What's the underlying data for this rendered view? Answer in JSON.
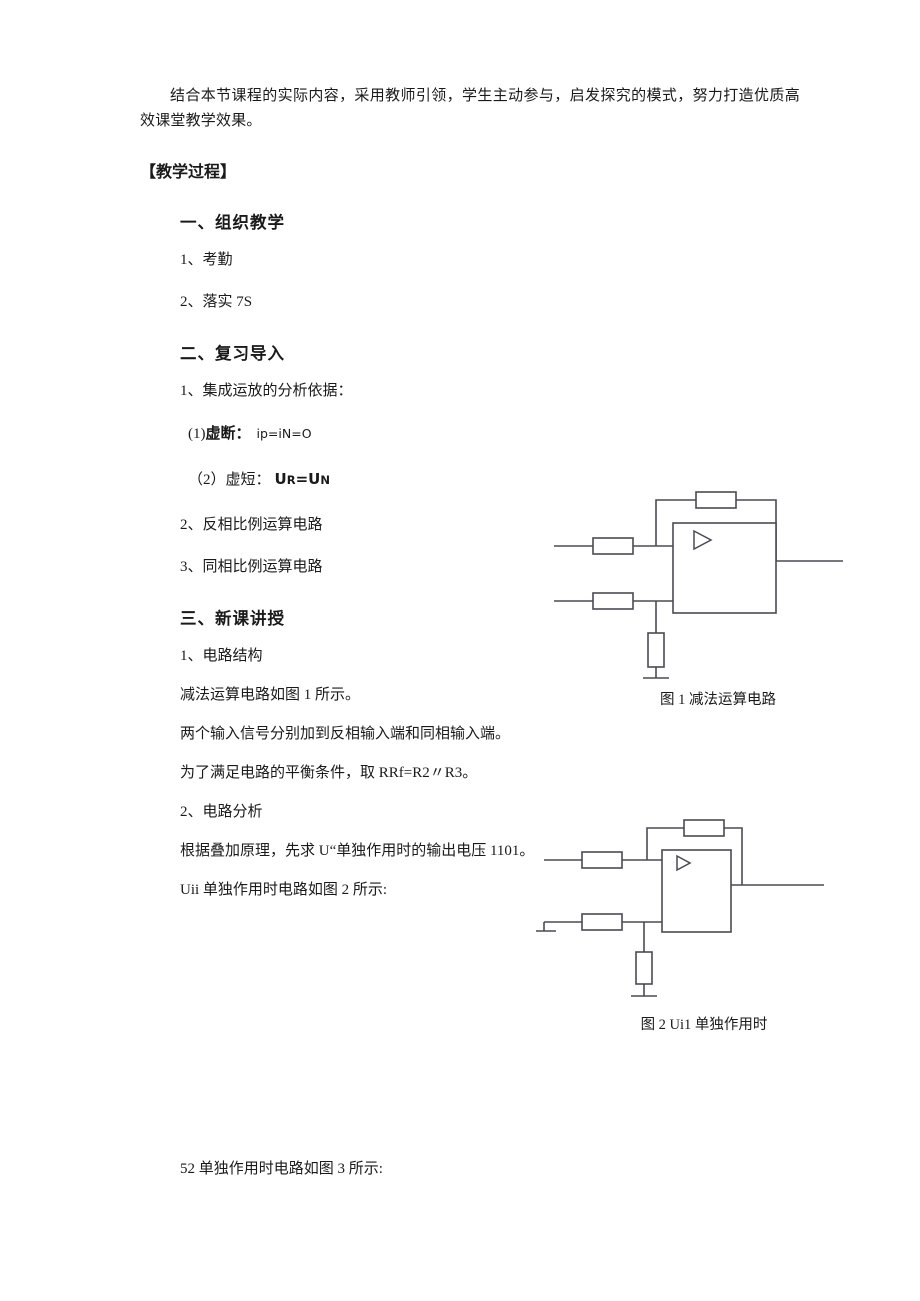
{
  "document": {
    "intro": "结合本节课程的实际内容，采用教师引领，学生主动参与，启发探究的模式，努力打造优质高效课堂教学效果。",
    "process_heading": "【教学过程】"
  },
  "sections": [
    {
      "heading": "一、组织教学",
      "items": [
        "1、考勤",
        "2、落实 7S"
      ]
    },
    {
      "heading": "二、复习导入",
      "items": [
        "1、集成运放的分析依据：",
        "2、反相比例运算电路",
        "3、同相比例运算电路"
      ],
      "formulas": [
        {
          "index": "(1)",
          "label": "虚断：",
          "expr": "ip=iN=O"
        },
        {
          "index": "（2）",
          "label": "虚短：",
          "expr_main": "U",
          "expr_sub1": "R",
          "expr_eq": "=U",
          "expr_sub2": "N"
        }
      ]
    },
    {
      "heading": "三、新课讲授",
      "items": [
        "1、电路结构",
        "减法运算电路如图 1 所示。",
        "两个输入信号分别加到反相输入端和同相输入端。",
        "为了满足电路的平衡条件，取 RRf=R2〃R3。",
        "2、电路分析",
        "根据叠加原理，先求 U“单独作用时的输出电压 1101。",
        "Uii 单独作用时电路如图 2 所示:",
        "52 单独作用时电路如图 3 所示:"
      ]
    }
  ],
  "figures": [
    {
      "caption": "图 1 减法运算电路",
      "name": "subtractor-circuit",
      "has_left_ground": false
    },
    {
      "caption": "图 2 Ui1 单独作用时",
      "name": "ui1-acting-alone-circuit",
      "has_left_ground": true
    }
  ],
  "colors": {
    "text": "#1a1a1a",
    "wire": "#4a4a52",
    "page_background": "#ffffff"
  }
}
